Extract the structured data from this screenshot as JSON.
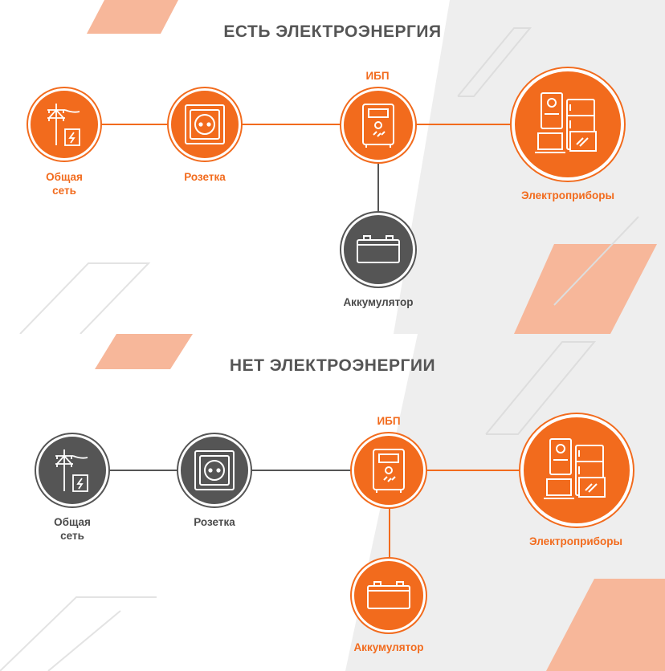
{
  "colors": {
    "accent": "#f26b1d",
    "accent_light": "#f7b79a",
    "inactive": "#555555",
    "line_active": "#f26b1d",
    "line_inactive": "#555555",
    "background_gray": "#eeeeee"
  },
  "top_diagram": {
    "title": "ЕСТЬ ЭЛЕКТРОЭНЕРГИЯ",
    "nodes": {
      "grid": {
        "label": "Общая\nсеть",
        "icon": "power-pole-icon",
        "state": "active"
      },
      "socket": {
        "label": "Розетка",
        "icon": "socket-icon",
        "state": "active"
      },
      "ups": {
        "label": "ИБП",
        "icon": "ups-icon",
        "state": "active"
      },
      "appliances": {
        "label": "Электроприборы",
        "icon": "appliances-icon",
        "state": "active"
      },
      "battery": {
        "label": "Аккумулятор",
        "icon": "battery-icon",
        "state": "inactive"
      }
    }
  },
  "bottom_diagram": {
    "title": "НЕТ ЭЛЕКТРОЭНЕРГИИ",
    "nodes": {
      "grid": {
        "label": "Общая\nсеть",
        "icon": "power-pole-icon",
        "state": "inactive"
      },
      "socket": {
        "label": "Розетка",
        "icon": "socket-icon",
        "state": "inactive"
      },
      "ups": {
        "label": "ИБП",
        "icon": "ups-icon",
        "state": "active"
      },
      "appliances": {
        "label": "Электроприборы",
        "icon": "appliances-icon",
        "state": "active"
      },
      "battery": {
        "label": "Аккумулятор",
        "icon": "battery-icon",
        "state": "active"
      }
    }
  }
}
